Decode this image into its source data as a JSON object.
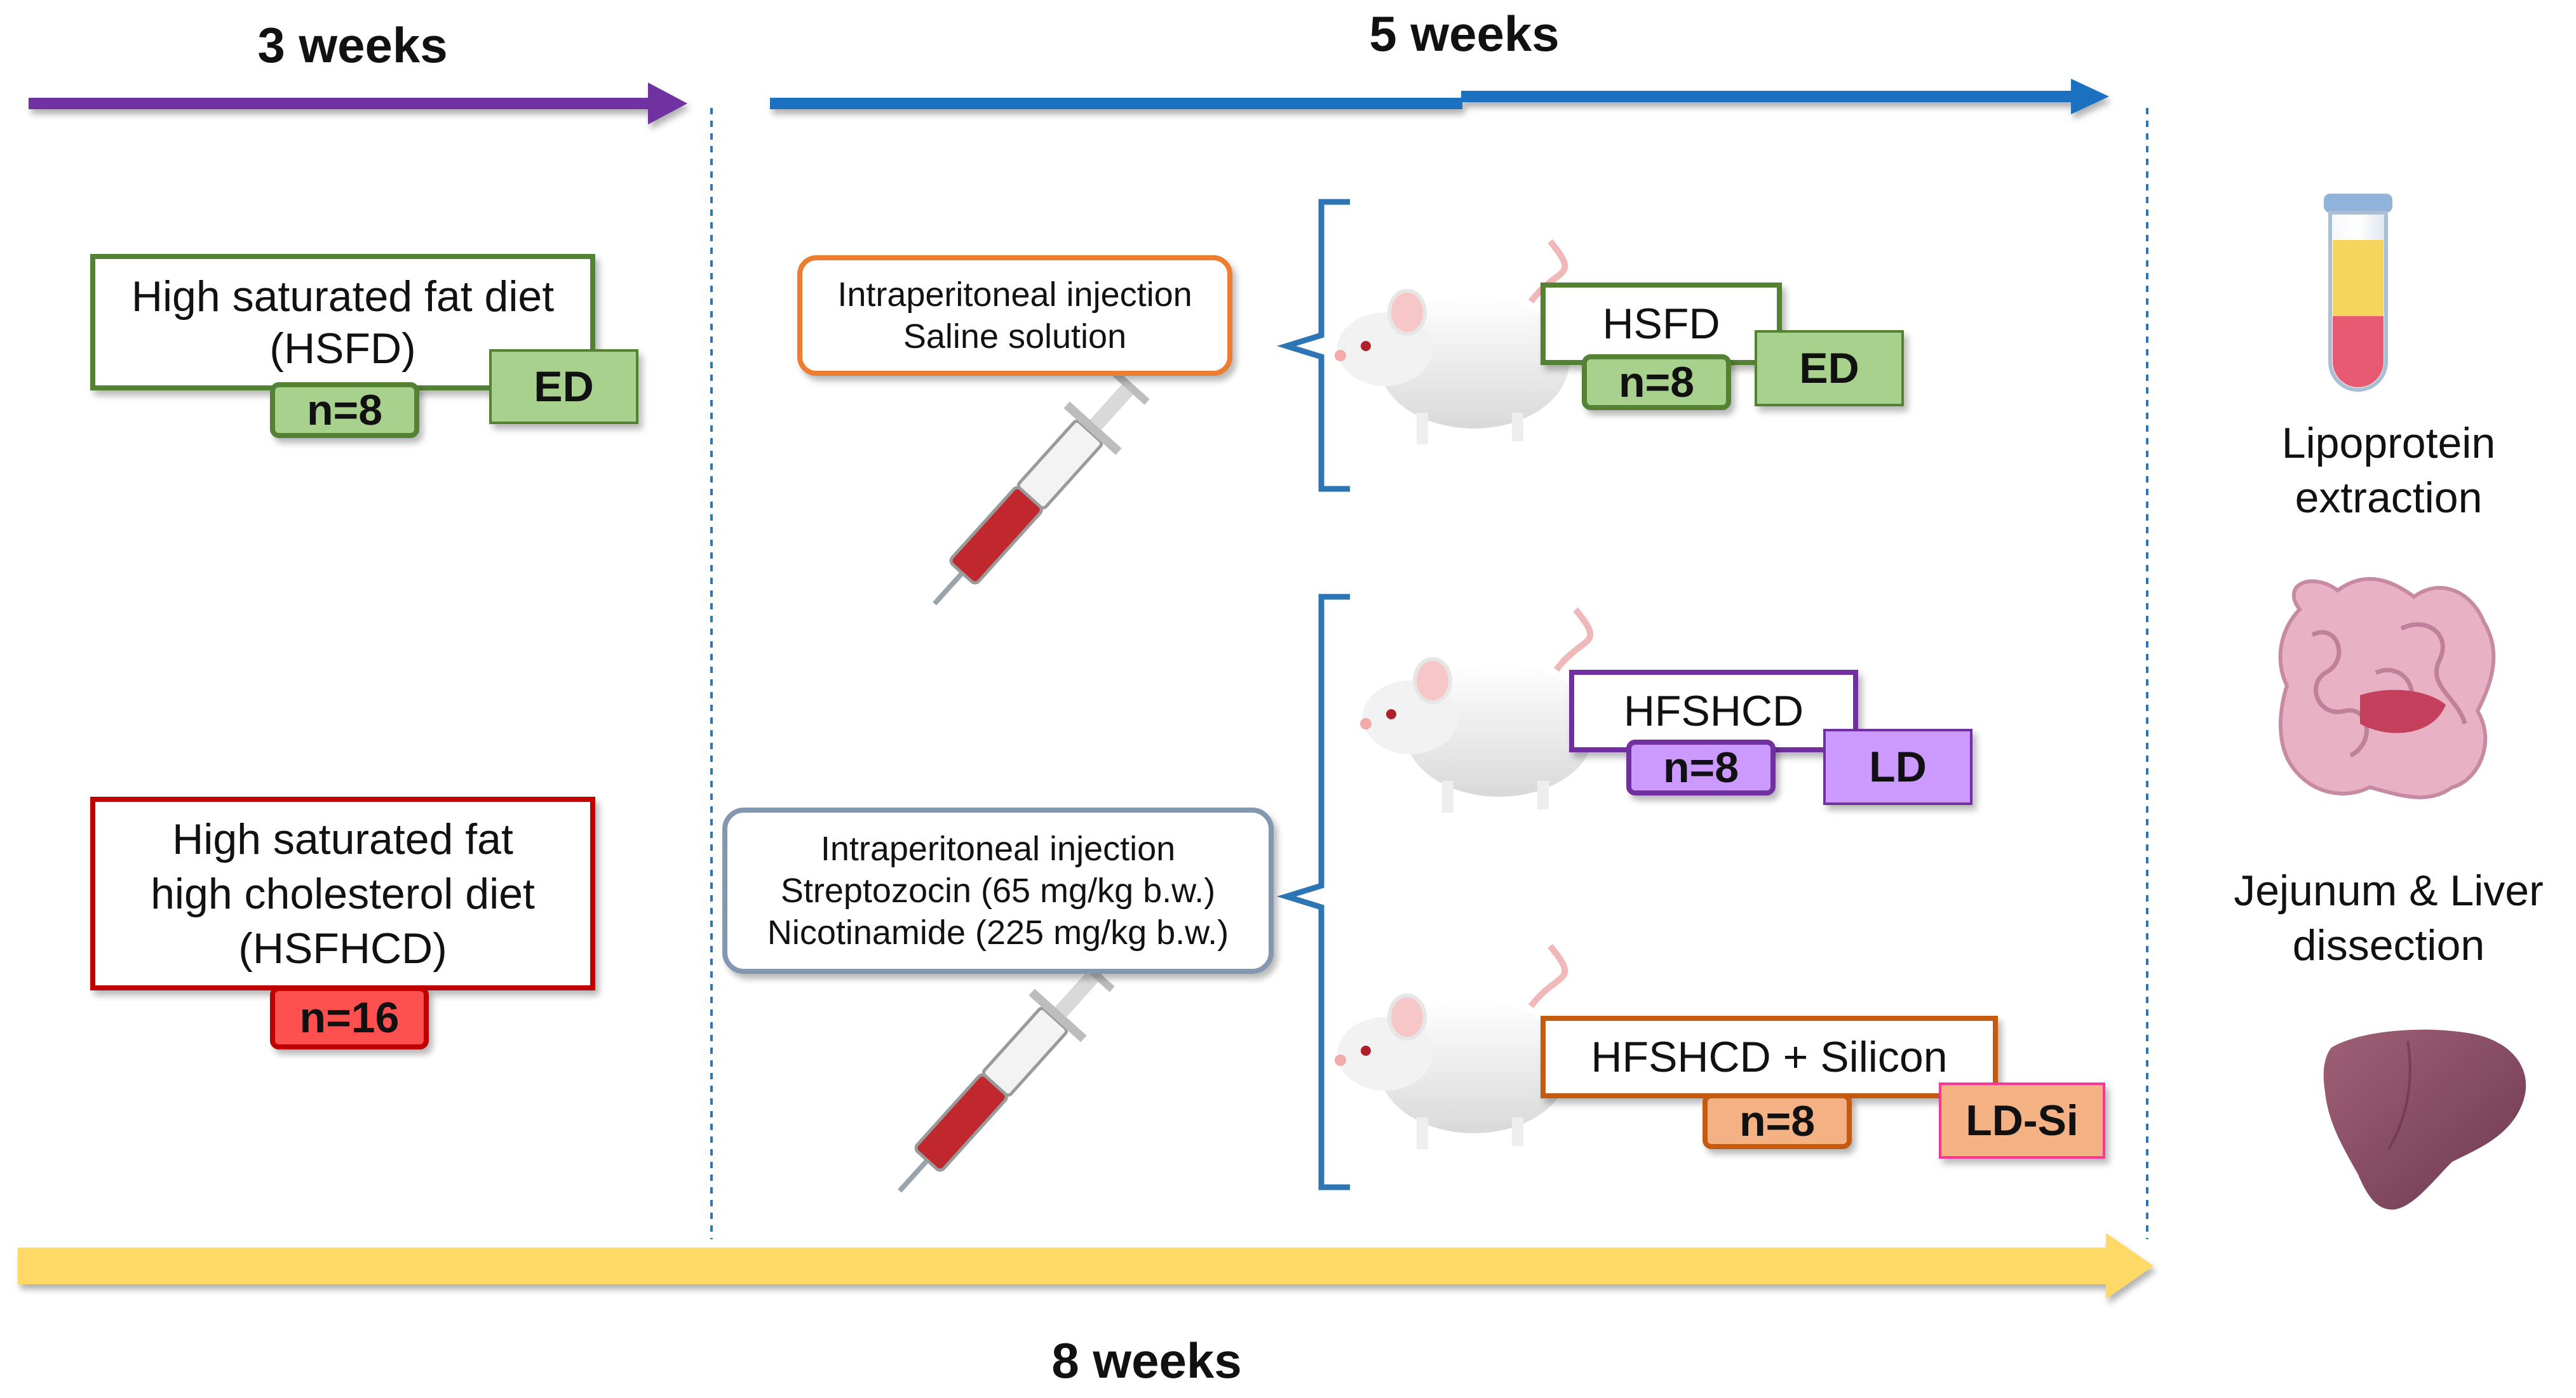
{
  "timeline": {
    "phase1_label": "3 weeks",
    "phase2_label": "5 weeks",
    "total_label": "8 weeks",
    "colors": {
      "phase1": "#7030A0",
      "phase2": "#1F6FC0",
      "total": "#FFD966",
      "divider": "#2E75B6"
    }
  },
  "diets": {
    "hsfd": {
      "lines": [
        "High  saturated  fat diet",
        "(HSFD)"
      ],
      "n": "n=8",
      "tag": "ED",
      "colors": {
        "border": "#548235",
        "fill": "#A9D18E"
      }
    },
    "hsfhcd": {
      "lines": [
        "High  saturated fat",
        "high  cholesterol diet",
        "(HSFHCD)"
      ],
      "n": "n=16",
      "colors": {
        "border": "#C00000",
        "fill": "#FF5050"
      }
    }
  },
  "injections": {
    "saline": {
      "lines": [
        "Intraperitoneal  injection",
        "Saline solution"
      ],
      "border_color": "#ED7D31"
    },
    "stz": {
      "lines": [
        "Intraperitoneal  injection",
        "Streptozocin (65 mg/kg b.w.)",
        "Nicotinamide (225 mg/kg b.w.)"
      ],
      "border_color": "#8497B0"
    }
  },
  "groups": [
    {
      "name": "HSFD",
      "n": "n=8",
      "tag": "ED",
      "colors": {
        "border": "#548235",
        "n_fill": "#A9D18E",
        "tag_fill": "#A9D18E",
        "tag_border": "#548235"
      }
    },
    {
      "name": "HFSHCD",
      "n": "n=8",
      "tag": "LD",
      "colors": {
        "border": "#7030A0",
        "n_fill": "#CC99FF",
        "tag_fill": "#CC99FF",
        "tag_border": "#7030A0"
      }
    },
    {
      "name": "HFSHCD  + Silicon",
      "n": "n=8",
      "tag": "LD-Si",
      "colors": {
        "border": "#C55A11",
        "n_fill": "#F4B183",
        "tag_fill": "#F4B183",
        "tag_border": "#FF3399"
      }
    }
  ],
  "outcomes": {
    "lipoprotein": [
      "Lipoprotein",
      "extraction"
    ],
    "dissection": [
      "Jejunum  & Liver",
      "dissection"
    ]
  },
  "icons": [
    "syringe-icon",
    "rat-icon",
    "blood-tube-icon",
    "intestine-icon",
    "liver-icon"
  ]
}
